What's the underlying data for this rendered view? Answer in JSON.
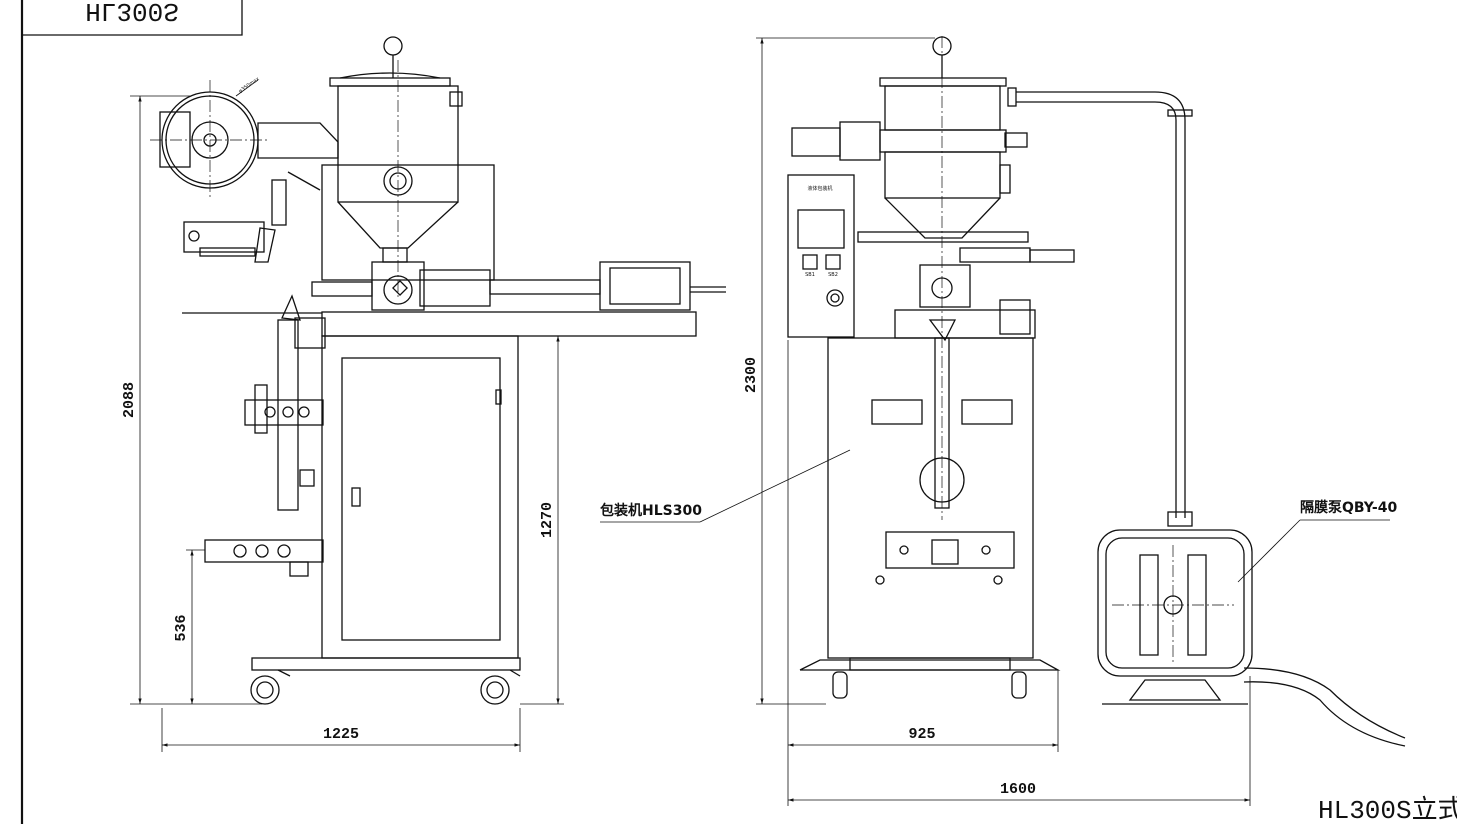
{
  "title_block": {
    "code_mirrored": "HL300S"
  },
  "dimensions": {
    "left_width": "1225",
    "left_height_total": "2088",
    "left_height_table": "1270",
    "left_height_lower": "536",
    "right_width": "925",
    "right_height_total": "2300",
    "overall_width": "1600"
  },
  "labels": {
    "packing_machine": "包装机HLS300",
    "diaphragm_pump": "隔膜泵QBY-40",
    "drawing_title": "HL300S立式"
  },
  "panel": {
    "line1": "液体包装机",
    "button1": "SB1",
    "button2": "SB2"
  },
  "colors": {
    "line": "#111111",
    "background": "#ffffff"
  }
}
